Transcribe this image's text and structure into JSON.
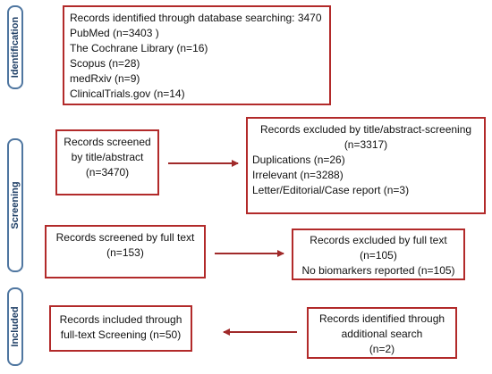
{
  "stages": {
    "identification": "Identification",
    "screening": "Screening",
    "included": "Included"
  },
  "boxes": {
    "identified": {
      "lines": [
        "Records identified through database searching: 3470",
        "PubMed (n=3403 )",
        "The Cochrane Library (n=16)",
        "Scopus (n=28)",
        "medRxiv (n=9)",
        "ClinicalTrials.gov (n=14)"
      ]
    },
    "screened_title": {
      "lines": [
        "Records screened",
        "by title/abstract",
        "(n=3470)"
      ]
    },
    "excluded_title": {
      "lines": [
        "Records excluded by title/abstract-screening",
        "(n=3317)",
        "Duplications (n=26)",
        "Irrelevant (n=3288)",
        "Letter/Editorial/Case report (n=3)"
      ]
    },
    "screened_full": {
      "lines": [
        "Records screened by full text",
        "(n=153)"
      ]
    },
    "excluded_full": {
      "lines": [
        "Records excluded by full text",
        "(n=105)",
        "No biomarkers reported (n=105)"
      ]
    },
    "included": {
      "lines": [
        "Records included through",
        "full-text Screening (n=50)"
      ]
    },
    "additional": {
      "lines": [
        "Records identified through",
        "additional search",
        "(n=2)"
      ]
    }
  },
  "colors": {
    "box_border": "#b22a2a",
    "stage_border": "#4f76a0",
    "arrow": "#a02a2a"
  }
}
